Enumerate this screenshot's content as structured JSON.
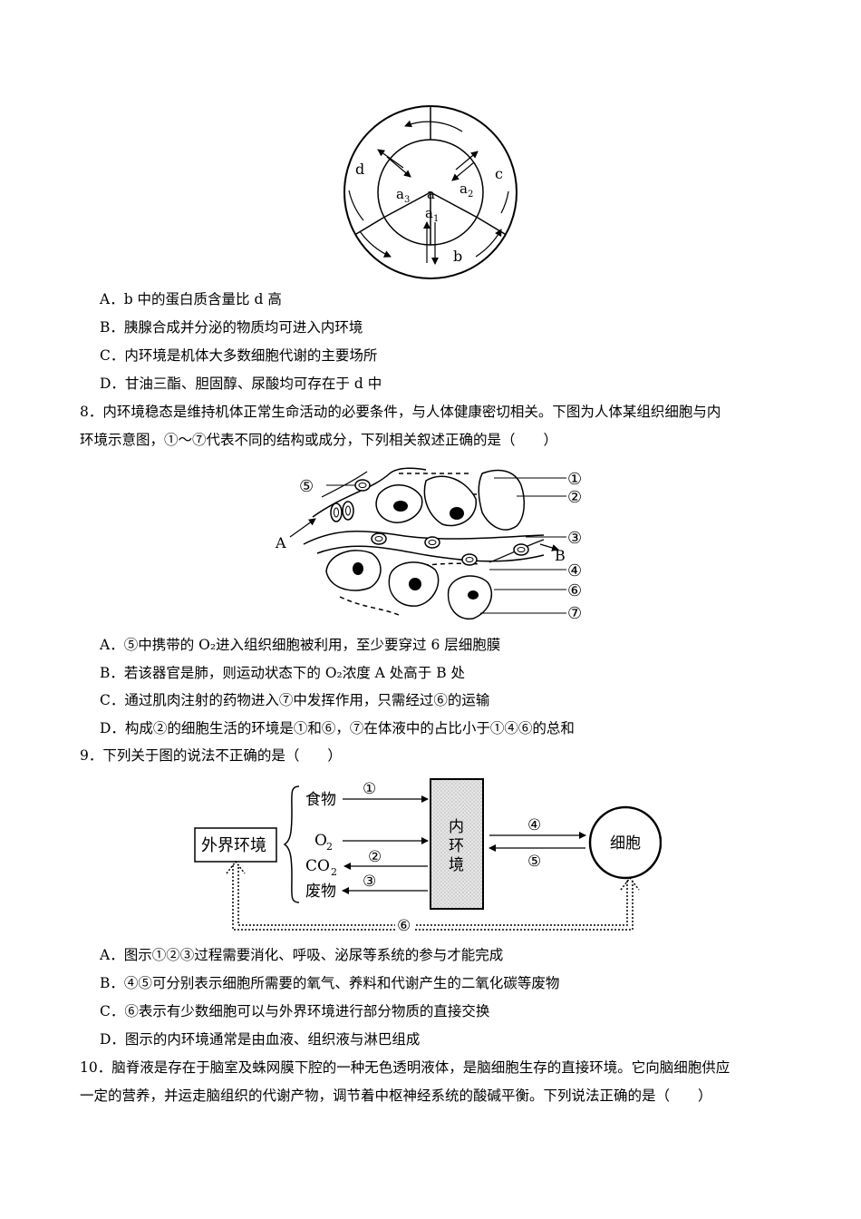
{
  "fig1": {
    "label_a": "a",
    "label_a1": "a",
    "sub_a1": "1",
    "label_a2": "a",
    "sub_a2": "2",
    "label_a3": "a",
    "sub_a3": "3",
    "label_b": "b",
    "label_c": "c",
    "label_d": "d"
  },
  "q7": {
    "options": [
      "A．b 中的蛋白质含量比 d 高",
      "B．胰腺合成并分泌的物质均可进入内环境",
      "C．内环境是机体大多数细胞代谢的主要场所",
      "D．甘油三酯、胆固醇、尿酸均可存在于 d 中"
    ]
  },
  "q8": {
    "line1": "8．内环境稳态是维持机体正常生命活动的必要条件，与人体健康密切相关。下图为人体某组织细胞与内",
    "line2": "环境示意图，①～⑦代表不同的结构或成分，下列相关叙述正确的是（　　）",
    "fig": {
      "n1": "①",
      "n2": "②",
      "n3": "③",
      "n4": "④",
      "n5": "⑤",
      "n6": "⑥",
      "n7": "⑦",
      "A": "A",
      "B": "B"
    },
    "options": [
      "A．⑤中携带的 O₂进入组织细胞被利用，至少要穿过 6 层细胞膜",
      "B．若该器官是肺，则运动状态下的 O₂浓度 A 处高于 B 处",
      "C．通过肌肉注射的药物进入⑦中发挥作用，只需经过⑥的运输",
      "D．构成②的细胞生活的环境是①和⑥，⑦在体液中的占比小于①④⑥的总和"
    ]
  },
  "q9": {
    "line1": "9．下列关于图的说法不正确的是（　　）",
    "fig": {
      "outer": "外界环境",
      "food": "食物",
      "o2": "O",
      "o2_sub": "2",
      "co2": "CO",
      "co2_sub": "2",
      "waste": "废物",
      "inner1": "内",
      "inner2": "环",
      "inner3": "境",
      "cell": "细胞",
      "n1": "①",
      "n2": "②",
      "n3": "③",
      "n4": "④",
      "n5": "⑤",
      "n6": "⑥"
    },
    "options": [
      "A．图示①②③过程需要消化、呼吸、泌尿等系统的参与才能完成",
      "B．④⑤可分别表示细胞所需要的氧气、养料和代谢产生的二氧化碳等废物",
      "C．⑥表示有少数细胞可以与外界环境进行部分物质的直接交换",
      "D．图示的内环境通常是由血液、组织液与淋巴组成"
    ]
  },
  "q10": {
    "line1": "10．脑脊液是存在于脑室及蛛网膜下腔的一种无色透明液体，是脑细胞生存的直接环境。它向脑细胞供应",
    "line2": "一定的营养，并运走脑组织的代谢产物，调节着中枢神经系统的酸碱平衡。下列说法正确的是（　　）"
  }
}
